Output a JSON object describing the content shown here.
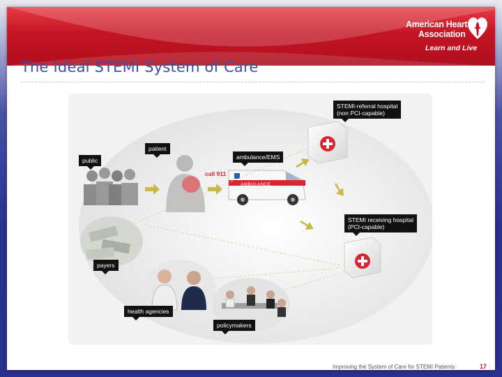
{
  "header": {
    "org_line1": "American Heart",
    "org_line2": "Association",
    "tagline": "Learn and Live"
  },
  "title": "The Ideal STEMI System of Care",
  "diagram": {
    "labels": {
      "public": "public",
      "patient": "patient",
      "ambulance": "ambulance/EMS",
      "call": "call 911",
      "ambulance_text": "AMBULANCE",
      "referral_hospital_1": "STEMI-referral hospital",
      "referral_hospital_2": "(non PCI-capable)",
      "receiving_hospital_1": "STEMI receiving hospital",
      "receiving_hospital_2": "(PCI-capable)",
      "payers": "payers",
      "health_agencies": "health agencies",
      "policymakers": "policymakers"
    },
    "colors": {
      "arrow": "#c9b84a",
      "cross": "#d9252f",
      "label_bg": "#111111"
    }
  },
  "footer": {
    "text": "Improving the System of Care for STEMI Patients",
    "page": "17"
  }
}
